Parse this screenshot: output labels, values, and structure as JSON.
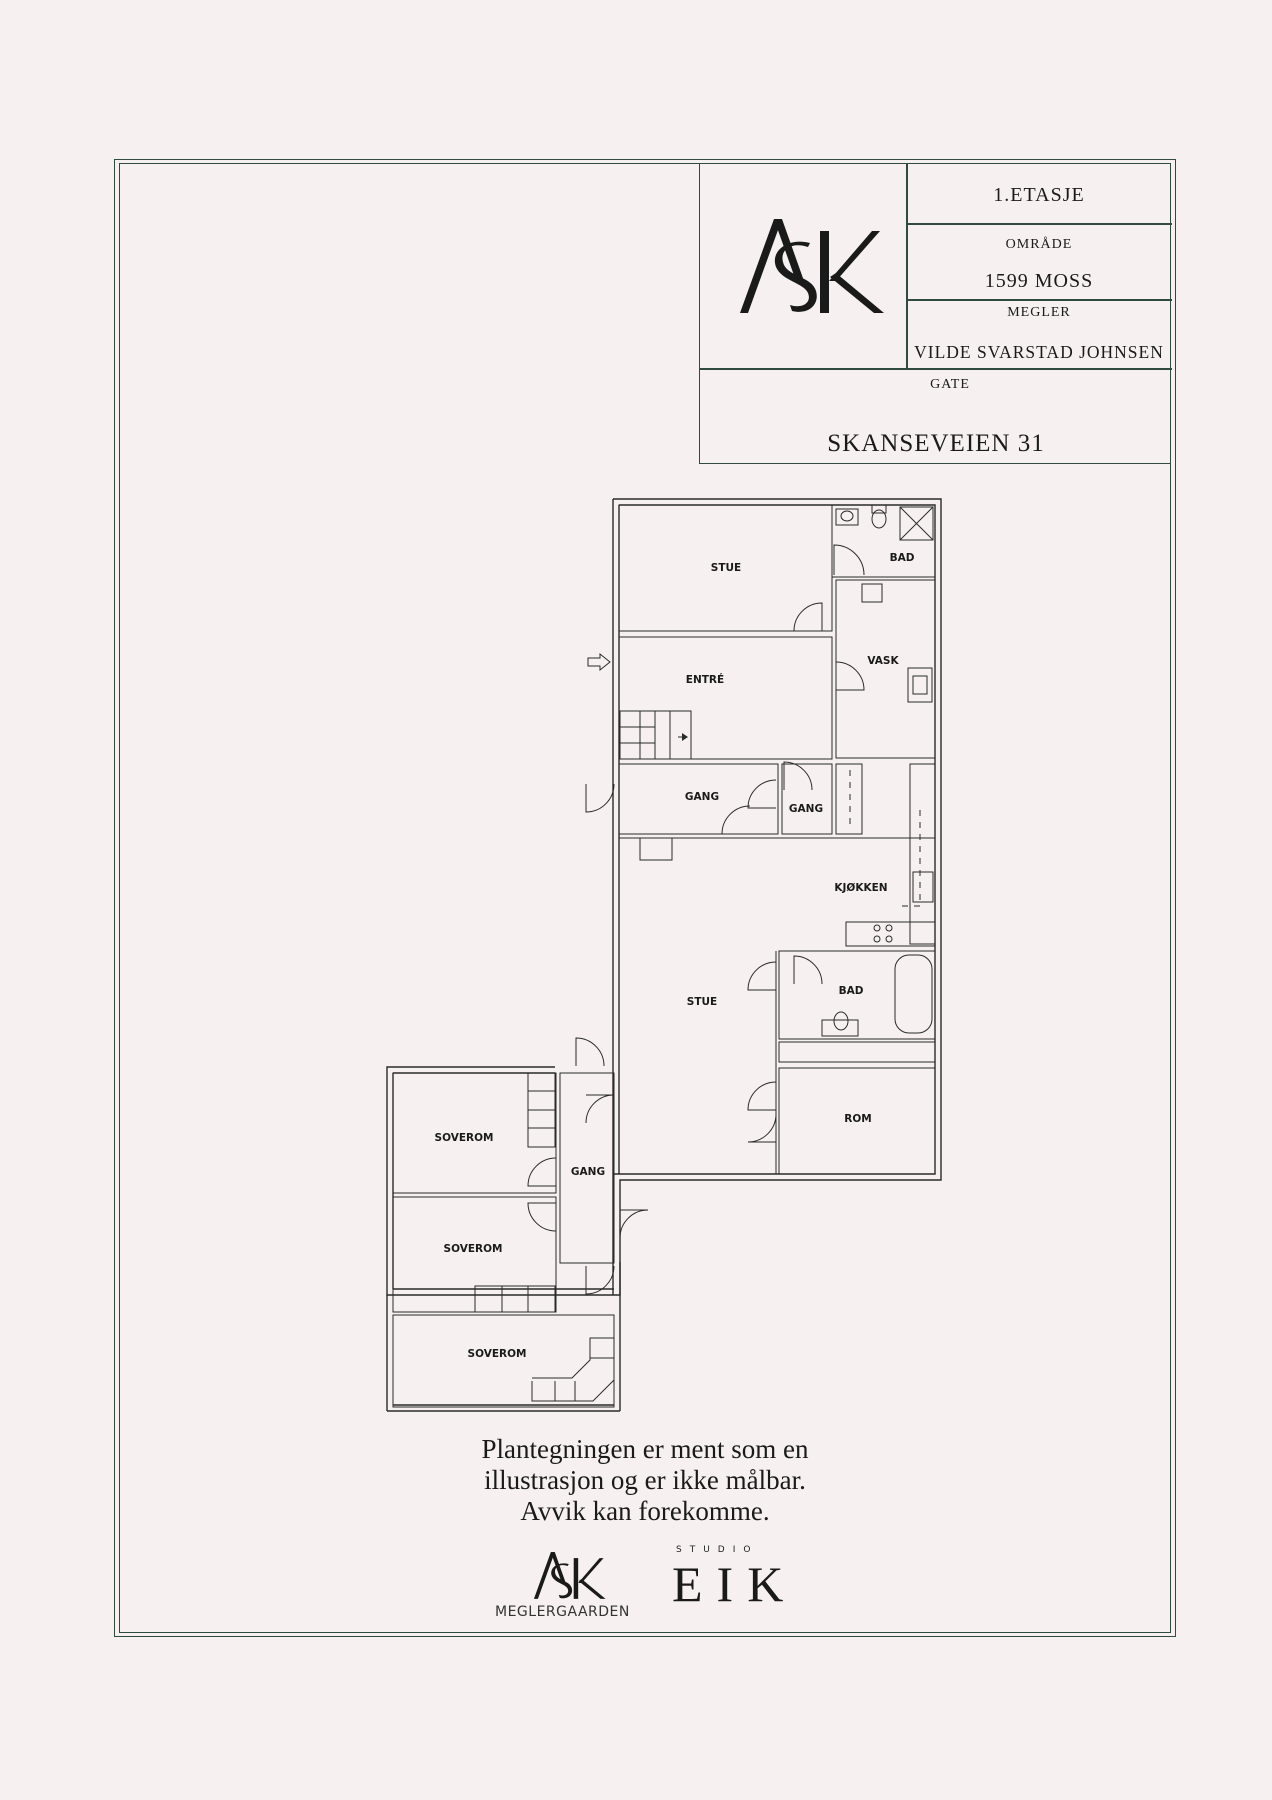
{
  "title_block": {
    "floor": "1.ETASJE",
    "area_label": "OMRÅDE",
    "area_value": "1599 MOSS",
    "broker_label": "MEGLER",
    "broker_value": "VILDE SVARSTAD JOHNSEN",
    "street_label": "GATE",
    "street_value": "SKANSEVEIEN 31",
    "logo_text": "ASK"
  },
  "rooms": {
    "stue_top": "STUE",
    "bad_top": "BAD",
    "entre": "ENTRÉ",
    "vask": "VASK",
    "gang_a": "GANG",
    "gang_b": "GANG",
    "kjokken": "KJØKKEN",
    "stue_main": "STUE",
    "bad_mid": "BAD",
    "rom": "ROM",
    "soverom_1": "SOVEROM",
    "gang_c": "GANG",
    "soverom_2": "SOVEROM",
    "soverom_3": "SOVEROM"
  },
  "disclaimer": {
    "line1": "Plantegningen er ment som en",
    "line2": "illustrasjon og er ikke målbar.",
    "line3": "Avvik kan forekomme."
  },
  "footer": {
    "ask_logo": "ASK",
    "ask_sub": "MEGLERGAARDEN",
    "eik_studio": "STUDIO",
    "eik_name": "EIK"
  },
  "colors": {
    "background": "#f6f1f0",
    "frame": "#2f4a3e",
    "ink": "#1a1a1a"
  }
}
